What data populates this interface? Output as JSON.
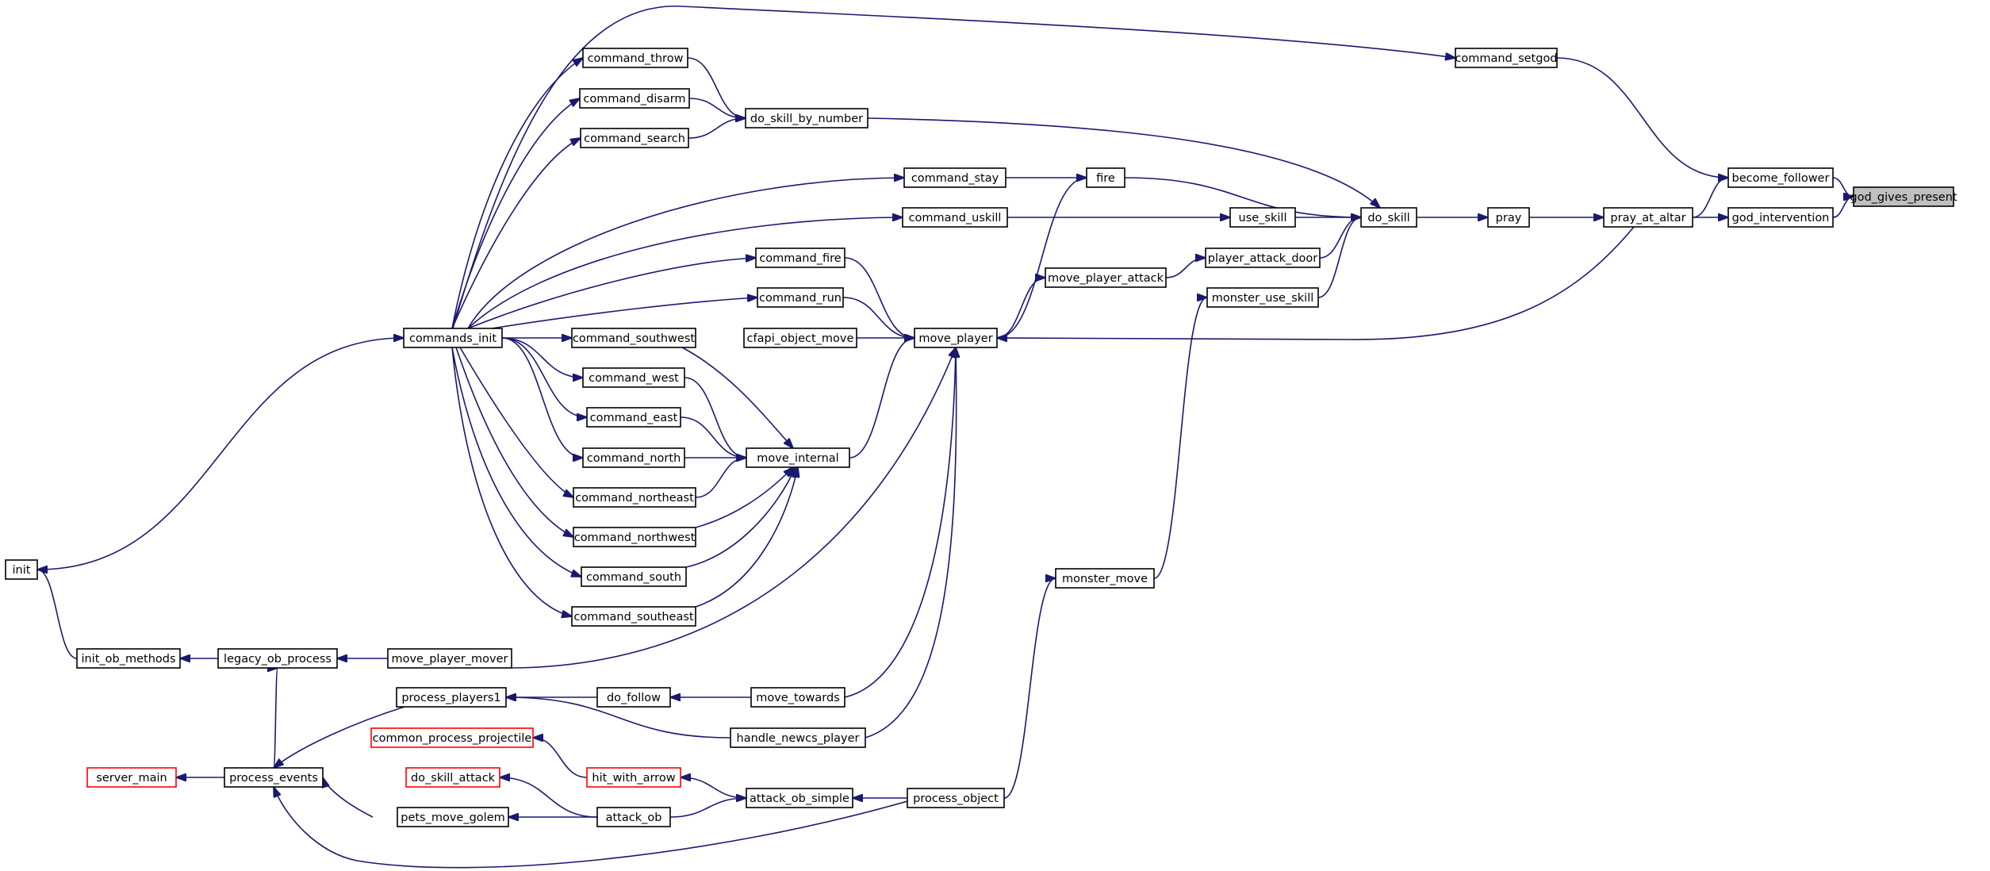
{
  "nodes": [
    {
      "id": "god_gives_present",
      "label": "god_gives_present",
      "style": "current"
    },
    {
      "id": "become_follower",
      "label": "become_follower",
      "style": "normal"
    },
    {
      "id": "god_intervention",
      "label": "god_intervention",
      "style": "normal"
    },
    {
      "id": "command_setgod",
      "label": "command_setgod",
      "style": "normal"
    },
    {
      "id": "pray_at_altar",
      "label": "pray_at_altar",
      "style": "normal"
    },
    {
      "id": "pray",
      "label": "pray",
      "style": "normal"
    },
    {
      "id": "do_skill",
      "label": "do_skill",
      "style": "normal"
    },
    {
      "id": "do_skill_by_number",
      "label": "do_skill_by_number",
      "style": "normal"
    },
    {
      "id": "fire",
      "label": "fire",
      "style": "normal"
    },
    {
      "id": "use_skill",
      "label": "use_skill",
      "style": "normal"
    },
    {
      "id": "player_attack_door",
      "label": "player_attack_door",
      "style": "normal"
    },
    {
      "id": "monster_use_skill",
      "label": "monster_use_skill",
      "style": "normal"
    },
    {
      "id": "command_throw",
      "label": "command_throw",
      "style": "normal"
    },
    {
      "id": "command_disarm",
      "label": "command_disarm",
      "style": "normal"
    },
    {
      "id": "command_search",
      "label": "command_search",
      "style": "normal"
    },
    {
      "id": "command_stay",
      "label": "command_stay",
      "style": "normal"
    },
    {
      "id": "command_uskill",
      "label": "command_uskill",
      "style": "normal"
    },
    {
      "id": "move_player_attack",
      "label": "move_player_attack",
      "style": "normal"
    },
    {
      "id": "command_fire",
      "label": "command_fire",
      "style": "normal"
    },
    {
      "id": "command_run",
      "label": "command_run",
      "style": "normal"
    },
    {
      "id": "cfapi_object_move",
      "label": "cfapi_object_move",
      "style": "normal"
    },
    {
      "id": "move_player",
      "label": "move_player",
      "style": "normal"
    },
    {
      "id": "commands_init",
      "label": "commands_init",
      "style": "normal"
    },
    {
      "id": "command_southwest",
      "label": "command_southwest",
      "style": "normal"
    },
    {
      "id": "command_west",
      "label": "command_west",
      "style": "normal"
    },
    {
      "id": "command_east",
      "label": "command_east",
      "style": "normal"
    },
    {
      "id": "command_north",
      "label": "command_north",
      "style": "normal"
    },
    {
      "id": "command_northeast",
      "label": "command_northeast",
      "style": "normal"
    },
    {
      "id": "command_northwest",
      "label": "command_northwest",
      "style": "normal"
    },
    {
      "id": "command_south",
      "label": "command_south",
      "style": "normal"
    },
    {
      "id": "command_southeast",
      "label": "command_southeast",
      "style": "normal"
    },
    {
      "id": "move_internal",
      "label": "move_internal",
      "style": "normal"
    },
    {
      "id": "init",
      "label": "init",
      "style": "normal"
    },
    {
      "id": "monster_move",
      "label": "monster_move",
      "style": "normal"
    },
    {
      "id": "init_ob_methods",
      "label": "init_ob_methods",
      "style": "normal"
    },
    {
      "id": "legacy_ob_process",
      "label": "legacy_ob_process",
      "style": "normal"
    },
    {
      "id": "move_player_mover",
      "label": "move_player_mover",
      "style": "normal"
    },
    {
      "id": "process_players1",
      "label": "process_players1",
      "style": "normal"
    },
    {
      "id": "do_follow",
      "label": "do_follow",
      "style": "normal"
    },
    {
      "id": "move_towards",
      "label": "move_towards",
      "style": "normal"
    },
    {
      "id": "handle_newcs_player",
      "label": "handle_newcs_player",
      "style": "normal"
    },
    {
      "id": "common_process_projectile",
      "label": "common_process_projectile",
      "style": "red"
    },
    {
      "id": "hit_with_arrow",
      "label": "hit_with_arrow",
      "style": "red"
    },
    {
      "id": "server_main",
      "label": "server_main",
      "style": "red"
    },
    {
      "id": "process_events",
      "label": "process_events",
      "style": "normal"
    },
    {
      "id": "do_skill_attack",
      "label": "do_skill_attack",
      "style": "red"
    },
    {
      "id": "attack_ob_simple",
      "label": "attack_ob_simple",
      "style": "normal"
    },
    {
      "id": "process_object",
      "label": "process_object",
      "style": "normal"
    },
    {
      "id": "pets_move_golem",
      "label": "pets_move_golem",
      "style": "normal"
    },
    {
      "id": "attack_ob",
      "label": "attack_ob",
      "style": "normal"
    }
  ],
  "edges": [
    [
      "become_follower",
      "god_gives_present"
    ],
    [
      "god_intervention",
      "god_gives_present"
    ],
    [
      "command_setgod",
      "become_follower"
    ],
    [
      "pray_at_altar",
      "become_follower"
    ],
    [
      "pray_at_altar",
      "god_intervention"
    ],
    [
      "pray",
      "pray_at_altar"
    ],
    [
      "commands_init",
      "command_setgod"
    ],
    [
      "do_skill",
      "pray"
    ],
    [
      "pray_at_altar",
      "move_player"
    ],
    [
      "do_skill_by_number",
      "do_skill"
    ],
    [
      "fire",
      "do_skill"
    ],
    [
      "use_skill",
      "do_skill"
    ],
    [
      "player_attack_door",
      "do_skill"
    ],
    [
      "monster_use_skill",
      "do_skill"
    ],
    [
      "command_throw",
      "do_skill_by_number"
    ],
    [
      "command_disarm",
      "do_skill_by_number"
    ],
    [
      "command_search",
      "do_skill_by_number"
    ],
    [
      "command_stay",
      "fire"
    ],
    [
      "move_player",
      "fire"
    ],
    [
      "command_uskill",
      "use_skill"
    ],
    [
      "move_player_attack",
      "player_attack_door"
    ],
    [
      "monster_move",
      "monster_use_skill"
    ],
    [
      "move_player",
      "move_player_attack"
    ],
    [
      "commands_init",
      "command_throw"
    ],
    [
      "commands_init",
      "command_disarm"
    ],
    [
      "commands_init",
      "command_search"
    ],
    [
      "commands_init",
      "command_stay"
    ],
    [
      "commands_init",
      "command_uskill"
    ],
    [
      "commands_init",
      "command_fire"
    ],
    [
      "commands_init",
      "command_run"
    ],
    [
      "commands_init",
      "command_southwest"
    ],
    [
      "commands_init",
      "command_west"
    ],
    [
      "commands_init",
      "command_east"
    ],
    [
      "commands_init",
      "command_north"
    ],
    [
      "commands_init",
      "command_northeast"
    ],
    [
      "commands_init",
      "command_northwest"
    ],
    [
      "commands_init",
      "command_south"
    ],
    [
      "commands_init",
      "command_southeast"
    ],
    [
      "command_fire",
      "move_player"
    ],
    [
      "command_run",
      "move_player"
    ],
    [
      "cfapi_object_move",
      "move_player"
    ],
    [
      "move_internal",
      "move_player"
    ],
    [
      "move_player_mover",
      "move_player"
    ],
    [
      "move_towards",
      "move_player"
    ],
    [
      "handle_newcs_player",
      "move_player"
    ],
    [
      "command_southwest",
      "move_internal"
    ],
    [
      "command_west",
      "move_internal"
    ],
    [
      "command_east",
      "move_internal"
    ],
    [
      "command_north",
      "move_internal"
    ],
    [
      "command_northeast",
      "move_internal"
    ],
    [
      "command_northwest",
      "move_internal"
    ],
    [
      "command_south",
      "move_internal"
    ],
    [
      "command_southeast",
      "move_internal"
    ],
    [
      "init",
      "commands_init"
    ],
    [
      "init_ob_methods",
      "init"
    ],
    [
      "legacy_ob_process",
      "init_ob_methods"
    ],
    [
      "move_player_mover",
      "legacy_ob_process"
    ],
    [
      "process_events",
      "legacy_ob_process"
    ],
    [
      "process_object",
      "monster_move"
    ],
    [
      "do_follow",
      "process_players1"
    ],
    [
      "handle_newcs_player",
      "process_players1"
    ],
    [
      "move_towards",
      "do_follow"
    ],
    [
      "hit_with_arrow",
      "common_process_projectile"
    ],
    [
      "attack_ob_simple",
      "hit_with_arrow"
    ],
    [
      "process_events",
      "server_main"
    ],
    [
      "process_players1",
      "process_events"
    ],
    [
      "process_object",
      "process_events"
    ],
    [
      "attack_ob",
      "do_skill_attack"
    ],
    [
      "process_object",
      "attack_ob_simple"
    ],
    [
      "attack_ob",
      "attack_ob_simple"
    ],
    [
      "attack_ob",
      "pets_move_golem"
    ],
    [
      "pets_move_golem",
      "process_events"
    ]
  ]
}
